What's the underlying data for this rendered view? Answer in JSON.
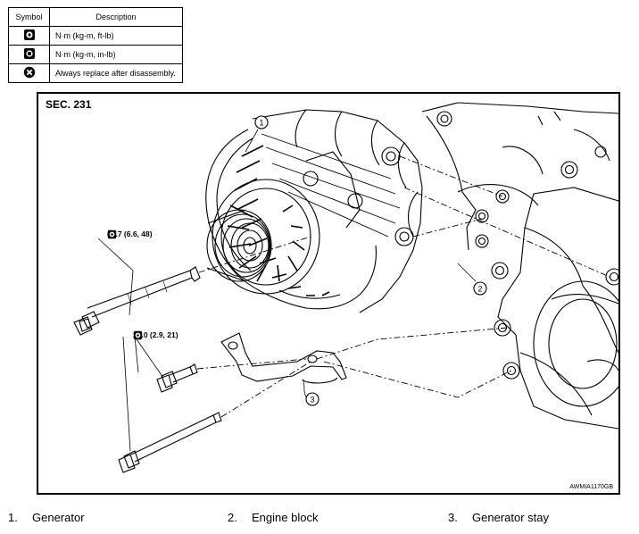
{
  "legend": {
    "header_symbol": "Symbol",
    "header_description": "Description",
    "rows": [
      {
        "icon": "torque-wrench-icon",
        "description": "N·m (kg-m, ft-lb)"
      },
      {
        "icon": "torque-wrench-in-lb-icon",
        "description": "N·m (kg-m, in-lb)"
      },
      {
        "icon": "replace-part-icon",
        "description": "Always replace after disassembly."
      }
    ]
  },
  "figure": {
    "section": "SEC. 231",
    "code": "AWMIA1170GB",
    "torques": [
      {
        "value": "64.7 (6.6, 48)"
      },
      {
        "value": "28.0 (2.9, 21)"
      }
    ],
    "callouts": [
      "1",
      "2",
      "3"
    ]
  },
  "parts": [
    {
      "num": "1.",
      "name": "Generator"
    },
    {
      "num": "2.",
      "name": "Engine block"
    },
    {
      "num": "3.",
      "name": "Generator stay"
    }
  ]
}
